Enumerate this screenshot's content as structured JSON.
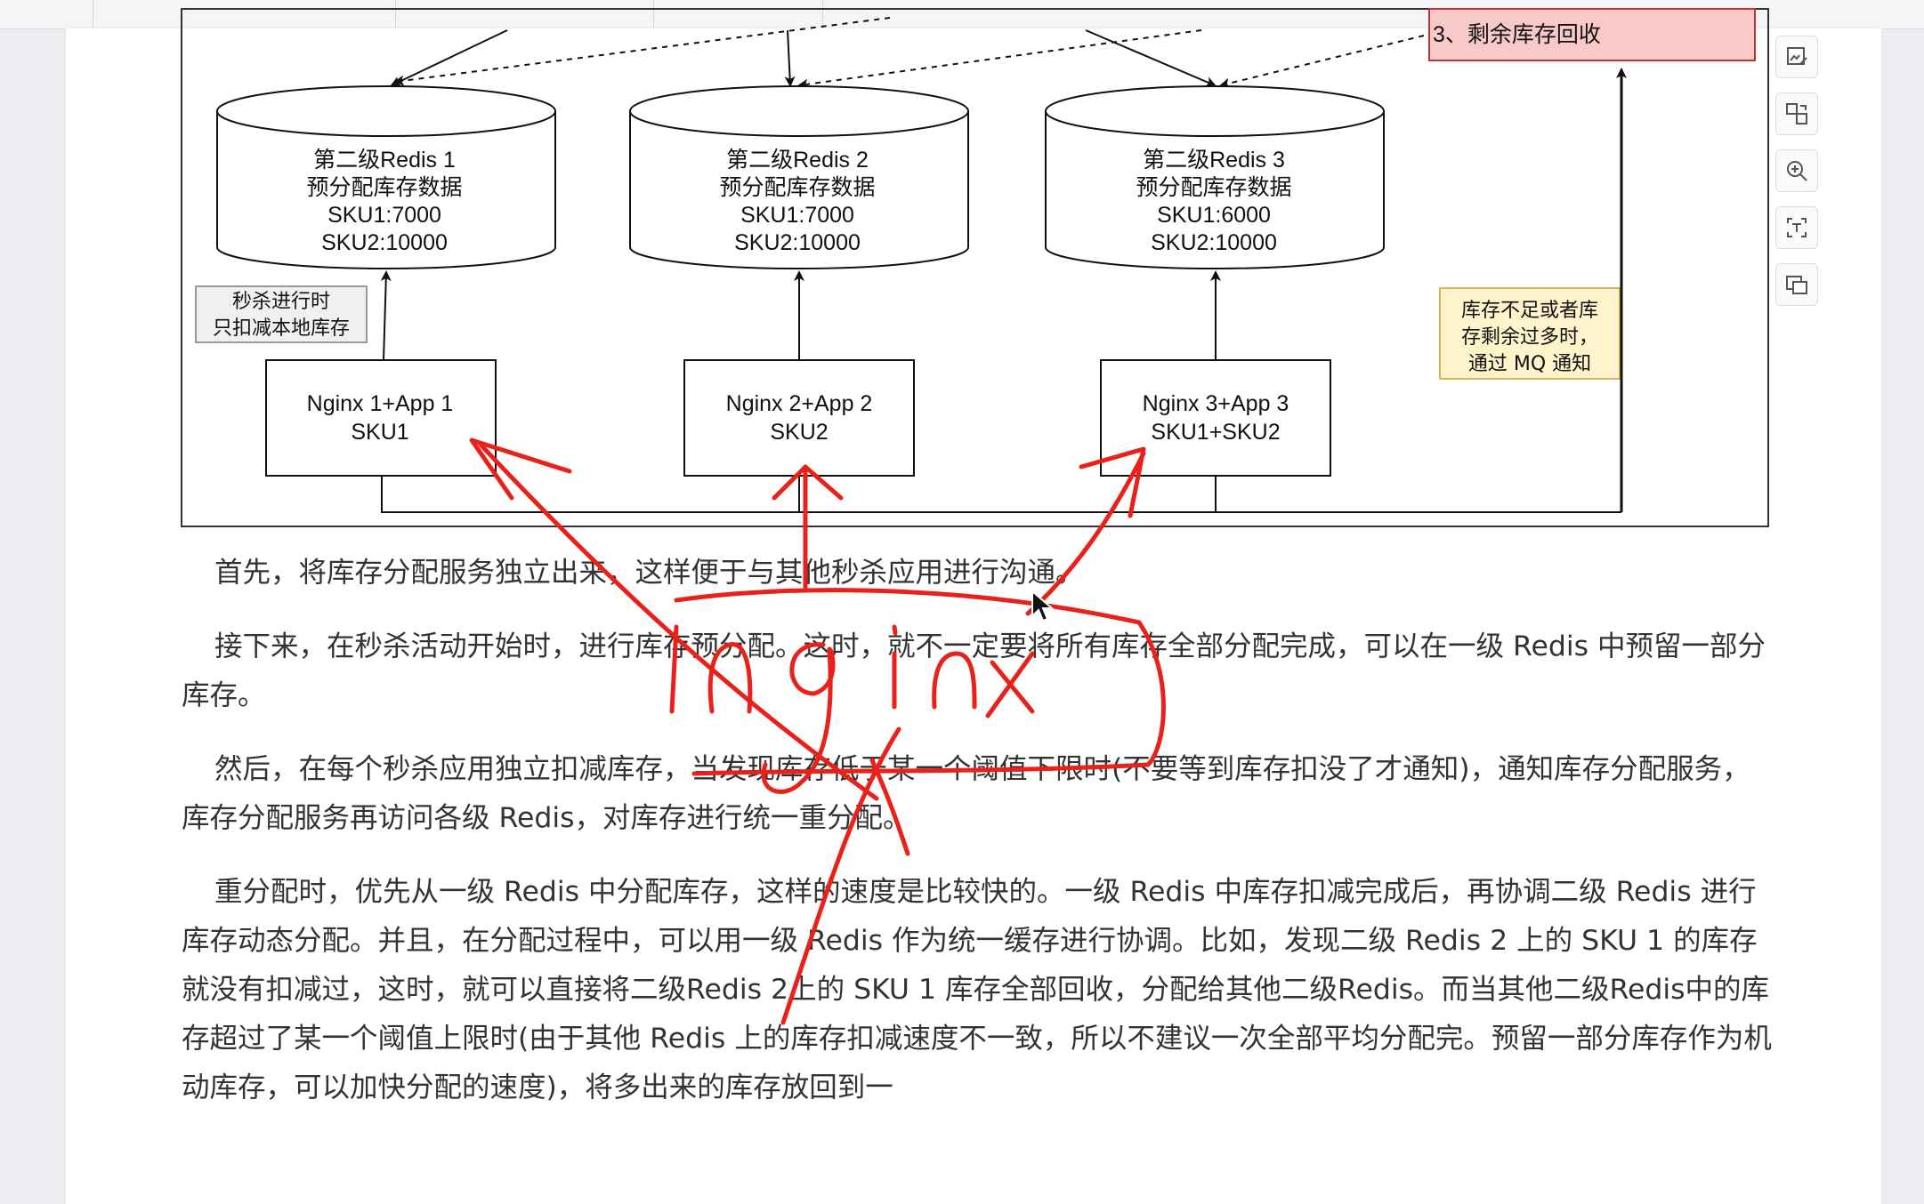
{
  "diagram": {
    "top_box": "3、剩余库存回收",
    "redis_nodes": [
      {
        "title": "第二级Redis 1",
        "subtitle": "预分配库存数据",
        "sku1": "SKU1:7000",
        "sku2": "SKU2:10000"
      },
      {
        "title": "第二级Redis 2",
        "subtitle": "预分配库存数据",
        "sku1": "SKU1:7000",
        "sku2": "SKU2:10000"
      },
      {
        "title": "第二级Redis 3",
        "subtitle": "预分配库存数据",
        "sku1": "SKU1:6000",
        "sku2": "SKU2:10000"
      }
    ],
    "note_left": [
      "秒杀进行时",
      "只扣减本地库存"
    ],
    "note_right": [
      "库存不足或者库",
      "存剩余过多时，",
      "通过 MQ 通知"
    ],
    "apps": [
      {
        "line1": "Nginx 1+App 1",
        "line2": "SKU1"
      },
      {
        "line1": "Nginx 2+App 2",
        "line2": "SKU2"
      },
      {
        "line1": "Nginx 3+App 3",
        "line2": "SKU1+SKU2"
      }
    ]
  },
  "paragraphs": [
    "首先，将库存分配服务独立出来，这样便于与其他秒杀应用进行沟通。",
    "接下来，在秒杀活动开始时，进行库存预分配。这时，就不一定要将所有库存全部分配完成，可以在一级 Redis 中预留一部分库存。",
    "然后，在每个秒杀应用独立扣减库存，当发现库存低于某一个阈值下限时(不要等到库存扣没了才通知)，通知库存分配服务，库存分配服务再访问各级 Redis，对库存进行统一重分配。",
    "重分配时，优先从一级 Redis 中分配库存，这样的速度是比较快的。一级 Redis 中库存扣减完成后，再协调二级 Redis 进行库存动态分配。并且，在分配过程中，可以用一级 Redis 作为统一缓存进行协调。比如，发现二级 Redis 2 上的 SKU 1 的库存就没有扣减过，这时，就可以直接将二级Redis 2上的 SKU 1 库存全部回收，分配给其他二级Redis。而当其他二级Redis中的库存超过了某一个阈值上限时(由于其他 Redis 上的库存扣减速度不一致，所以不建议一次全部平均分配完。预留一部分库存作为机动库存，可以加快分配的速度)，将多出来的库存放回到一"
  ],
  "annotation": {
    "handwriting": "nginx",
    "color": "#e8221b"
  },
  "sidebar_tools": [
    "image-edit-icon",
    "translate-icon",
    "zoom-in-icon",
    "text-select-icon",
    "screenshot-icon"
  ]
}
